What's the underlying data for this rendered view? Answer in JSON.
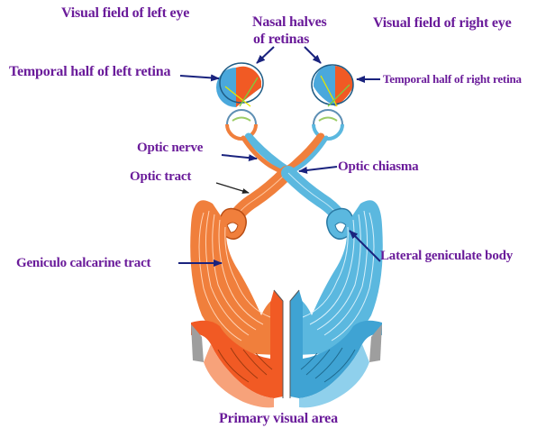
{
  "labels": {
    "visual_field_left": "Visual field of left eye",
    "nasal_halves_line1": "Nasal halves",
    "nasal_halves_line2": "of retinas",
    "visual_field_right": "Visual field of right eye",
    "temporal_left": "Temporal half of left retina",
    "temporal_right": "Temporal half of right retina",
    "optic_nerve": "Optic nerve",
    "optic_chiasma": "Optic chiasma",
    "optic_tract": "Optic tract",
    "lateral_geniculate_body": "Lateral geniculate body",
    "geniculo_calcarine_tract": "Geniculo calcarine tract",
    "primary_visual_area": "Primary visual area"
  },
  "colors": {
    "label_text": "#6a1b9a",
    "arrow": "#1a237e",
    "left_pathway_orange": "#f07f3c",
    "right_pathway_blue": "#5bb8df",
    "cortex_gray": "#9e9e9e"
  }
}
